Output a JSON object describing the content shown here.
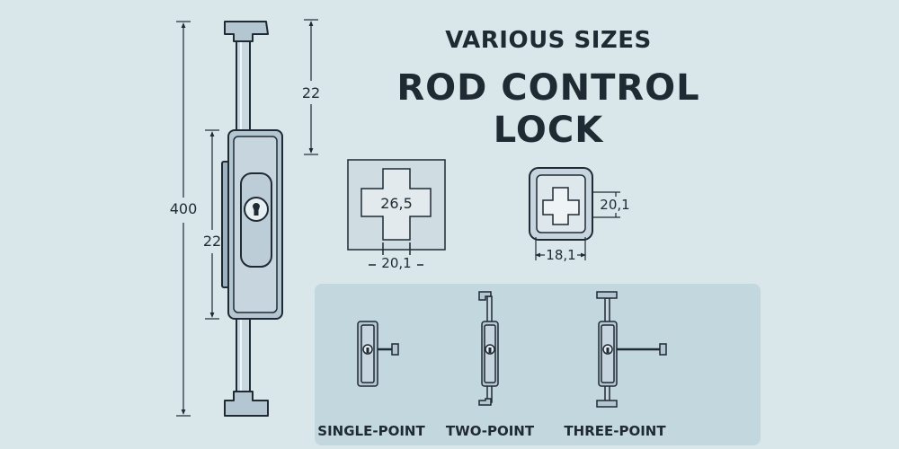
{
  "title": {
    "line1": "VARIOUS SIZES",
    "line2": "ROD CONTROL",
    "line3": "LOCK"
  },
  "main_lock_dimensions": {
    "total_height": "400",
    "top_rod_length": "22",
    "body_height": "22"
  },
  "cross_profile_large": {
    "inner_label": "26,5",
    "width_label": "20,1"
  },
  "cross_profile_small": {
    "height_label": "20,1",
    "width_label": "18,1"
  },
  "variants": [
    {
      "label": "SINGLE-POINT"
    },
    {
      "label": "TWO-POINT"
    },
    {
      "label": "THREE-POINT"
    }
  ],
  "colors": {
    "background": "#d9e6ea",
    "panel": "#c3d7de",
    "metal": "#b4c6d2",
    "outline": "#1f2a33"
  },
  "icons": [
    "keyhole-icon"
  ]
}
